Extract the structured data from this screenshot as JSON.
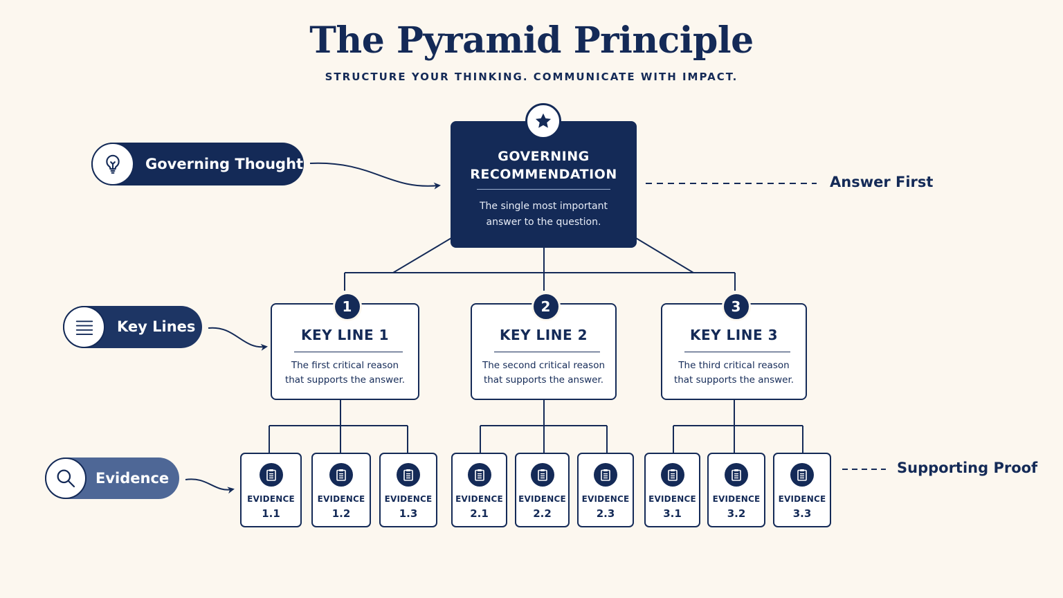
{
  "header": {
    "title": "The Pyramid Principle",
    "subtitle": "STRUCTURE YOUR THINKING.  COMMUNICATE WITH IMPACT."
  },
  "top": {
    "icon": "star-icon",
    "heading_line1": "GOVERNING",
    "heading_line2": "RECOMMENDATION",
    "desc_line1": "The single most important",
    "desc_line2": "answer to the question."
  },
  "key_lines": [
    {
      "number": "1",
      "title": "KEY LINE 1",
      "desc_line1": "The first critical reason",
      "desc_line2": "that supports the answer."
    },
    {
      "number": "2",
      "title": "KEY LINE 2",
      "desc_line1": "The second critical reason",
      "desc_line2": "that supports the answer."
    },
    {
      "number": "3",
      "title": "KEY LINE 3",
      "desc_line1": "The third critical reason",
      "desc_line2": "that supports the answer."
    }
  ],
  "evidence": [
    {
      "label": "EVIDENCE",
      "number": "1.1",
      "icon": "clipboard-icon"
    },
    {
      "label": "EVIDENCE",
      "number": "1.2",
      "icon": "clipboard-icon"
    },
    {
      "label": "EVIDENCE",
      "number": "1.3",
      "icon": "clipboard-icon"
    },
    {
      "label": "EVIDENCE",
      "number": "2.1",
      "icon": "clipboard-icon"
    },
    {
      "label": "EVIDENCE",
      "number": "2.2",
      "icon": "clipboard-icon"
    },
    {
      "label": "EVIDENCE",
      "number": "2.3",
      "icon": "clipboard-icon"
    },
    {
      "label": "EVIDENCE",
      "number": "3.1",
      "icon": "clipboard-icon"
    },
    {
      "label": "EVIDENCE",
      "number": "3.2",
      "icon": "clipboard-icon"
    },
    {
      "label": "EVIDENCE",
      "number": "3.3",
      "icon": "clipboard-icon"
    }
  ],
  "legend": {
    "governing": {
      "label": "Governing Thought",
      "icon": "lightbulb-icon"
    },
    "key_lines": {
      "label": "Key Lines",
      "icon": "list-icon"
    },
    "evidence": {
      "label": "Evidence",
      "icon": "magnifier-icon"
    }
  },
  "side_labels": {
    "answer_first": "Answer First",
    "supporting_proof": "Supporting Proof"
  },
  "colors": {
    "navy": "#142a57",
    "evidence_pill": "#4e6796",
    "background": "#fcf7ef"
  }
}
